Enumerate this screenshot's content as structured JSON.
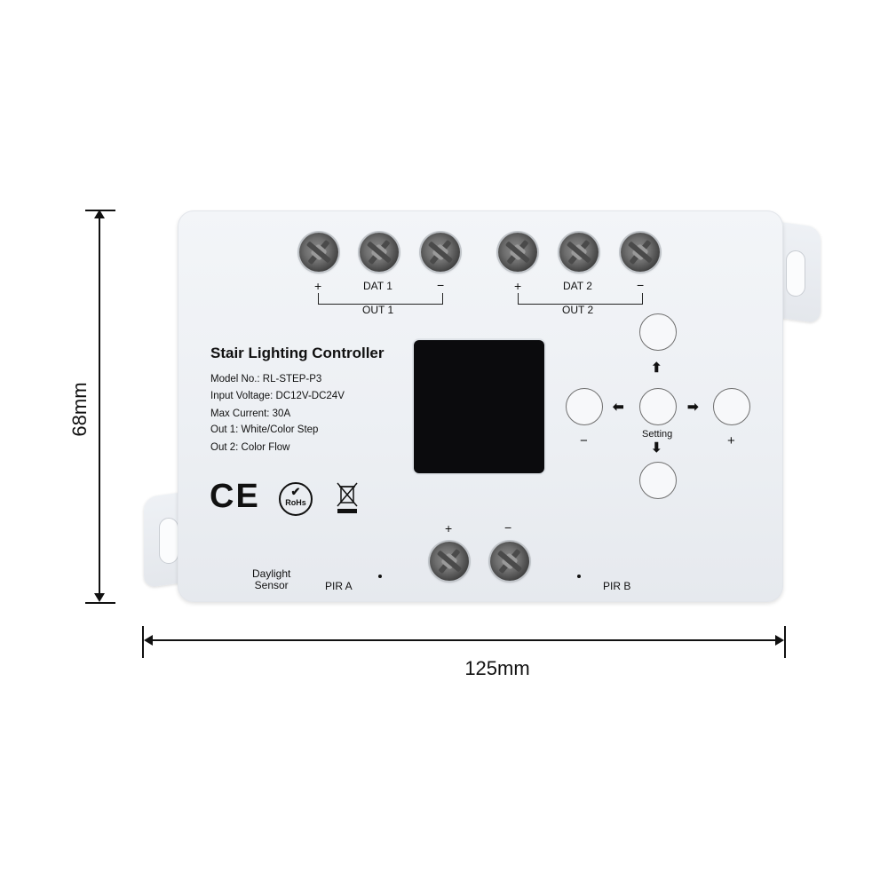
{
  "product": {
    "title": "Stair Lighting Controller",
    "specs": [
      "Model No.: RL-STEP-P3",
      "Input Voltage: DC12V-DC24V",
      "Max Current: 30A",
      "Out 1: White/Color Step",
      "Out 2: Color Flow"
    ]
  },
  "terminals": {
    "out1": {
      "plus": "+",
      "data": "DAT 1",
      "minus": "−",
      "group": "OUT 1"
    },
    "out2": {
      "plus": "+",
      "data": "DAT 2",
      "minus": "−",
      "group": "OUT 2"
    },
    "power": {
      "plus": "+",
      "minus": "−"
    }
  },
  "buttons": {
    "setting_label": "Setting",
    "minus_label": "−",
    "plus_label": "+",
    "arrows": {
      "up": "⬆",
      "down": "⬇",
      "left": "⬅",
      "right": "➡"
    }
  },
  "bottom_labels": {
    "daylight_line1": "Daylight",
    "daylight_line2": "Sensor",
    "pir_a": "PIR A",
    "pir_b": "PIR B"
  },
  "certifications": {
    "ce": "CE",
    "rohs": "RoHs"
  },
  "dimensions": {
    "height": "68mm",
    "width": "125mm"
  },
  "colors": {
    "device_body": "#eceff3",
    "lcd": "#0b0b0d",
    "text": "#111111"
  }
}
